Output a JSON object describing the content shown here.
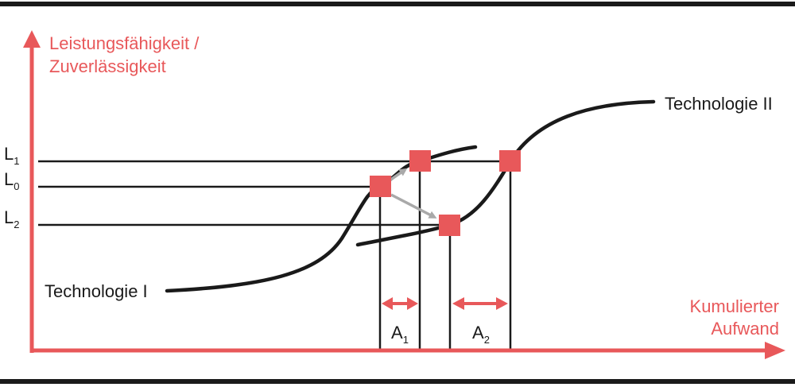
{
  "colors": {
    "accent": "#e8585a",
    "ink": "#1a1a1a",
    "arrow_gray": "#a9a9a9"
  },
  "axes": {
    "y_label_line1": "Leistungsfähigkeit /",
    "y_label_line2": "Zuverlässigkeit",
    "x_label_line1": "Kumulierter",
    "x_label_line2": "Aufwand"
  },
  "levels": {
    "l1": {
      "main": "L",
      "sub": "1"
    },
    "l0": {
      "main": "L",
      "sub": "0"
    },
    "l2": {
      "main": "L",
      "sub": "2"
    }
  },
  "curves": {
    "tech1": "Technologie I",
    "tech2": "Technologie II"
  },
  "intervals": {
    "a1": {
      "main": "A",
      "sub": "1"
    },
    "a2": {
      "main": "A",
      "sub": "2"
    }
  }
}
